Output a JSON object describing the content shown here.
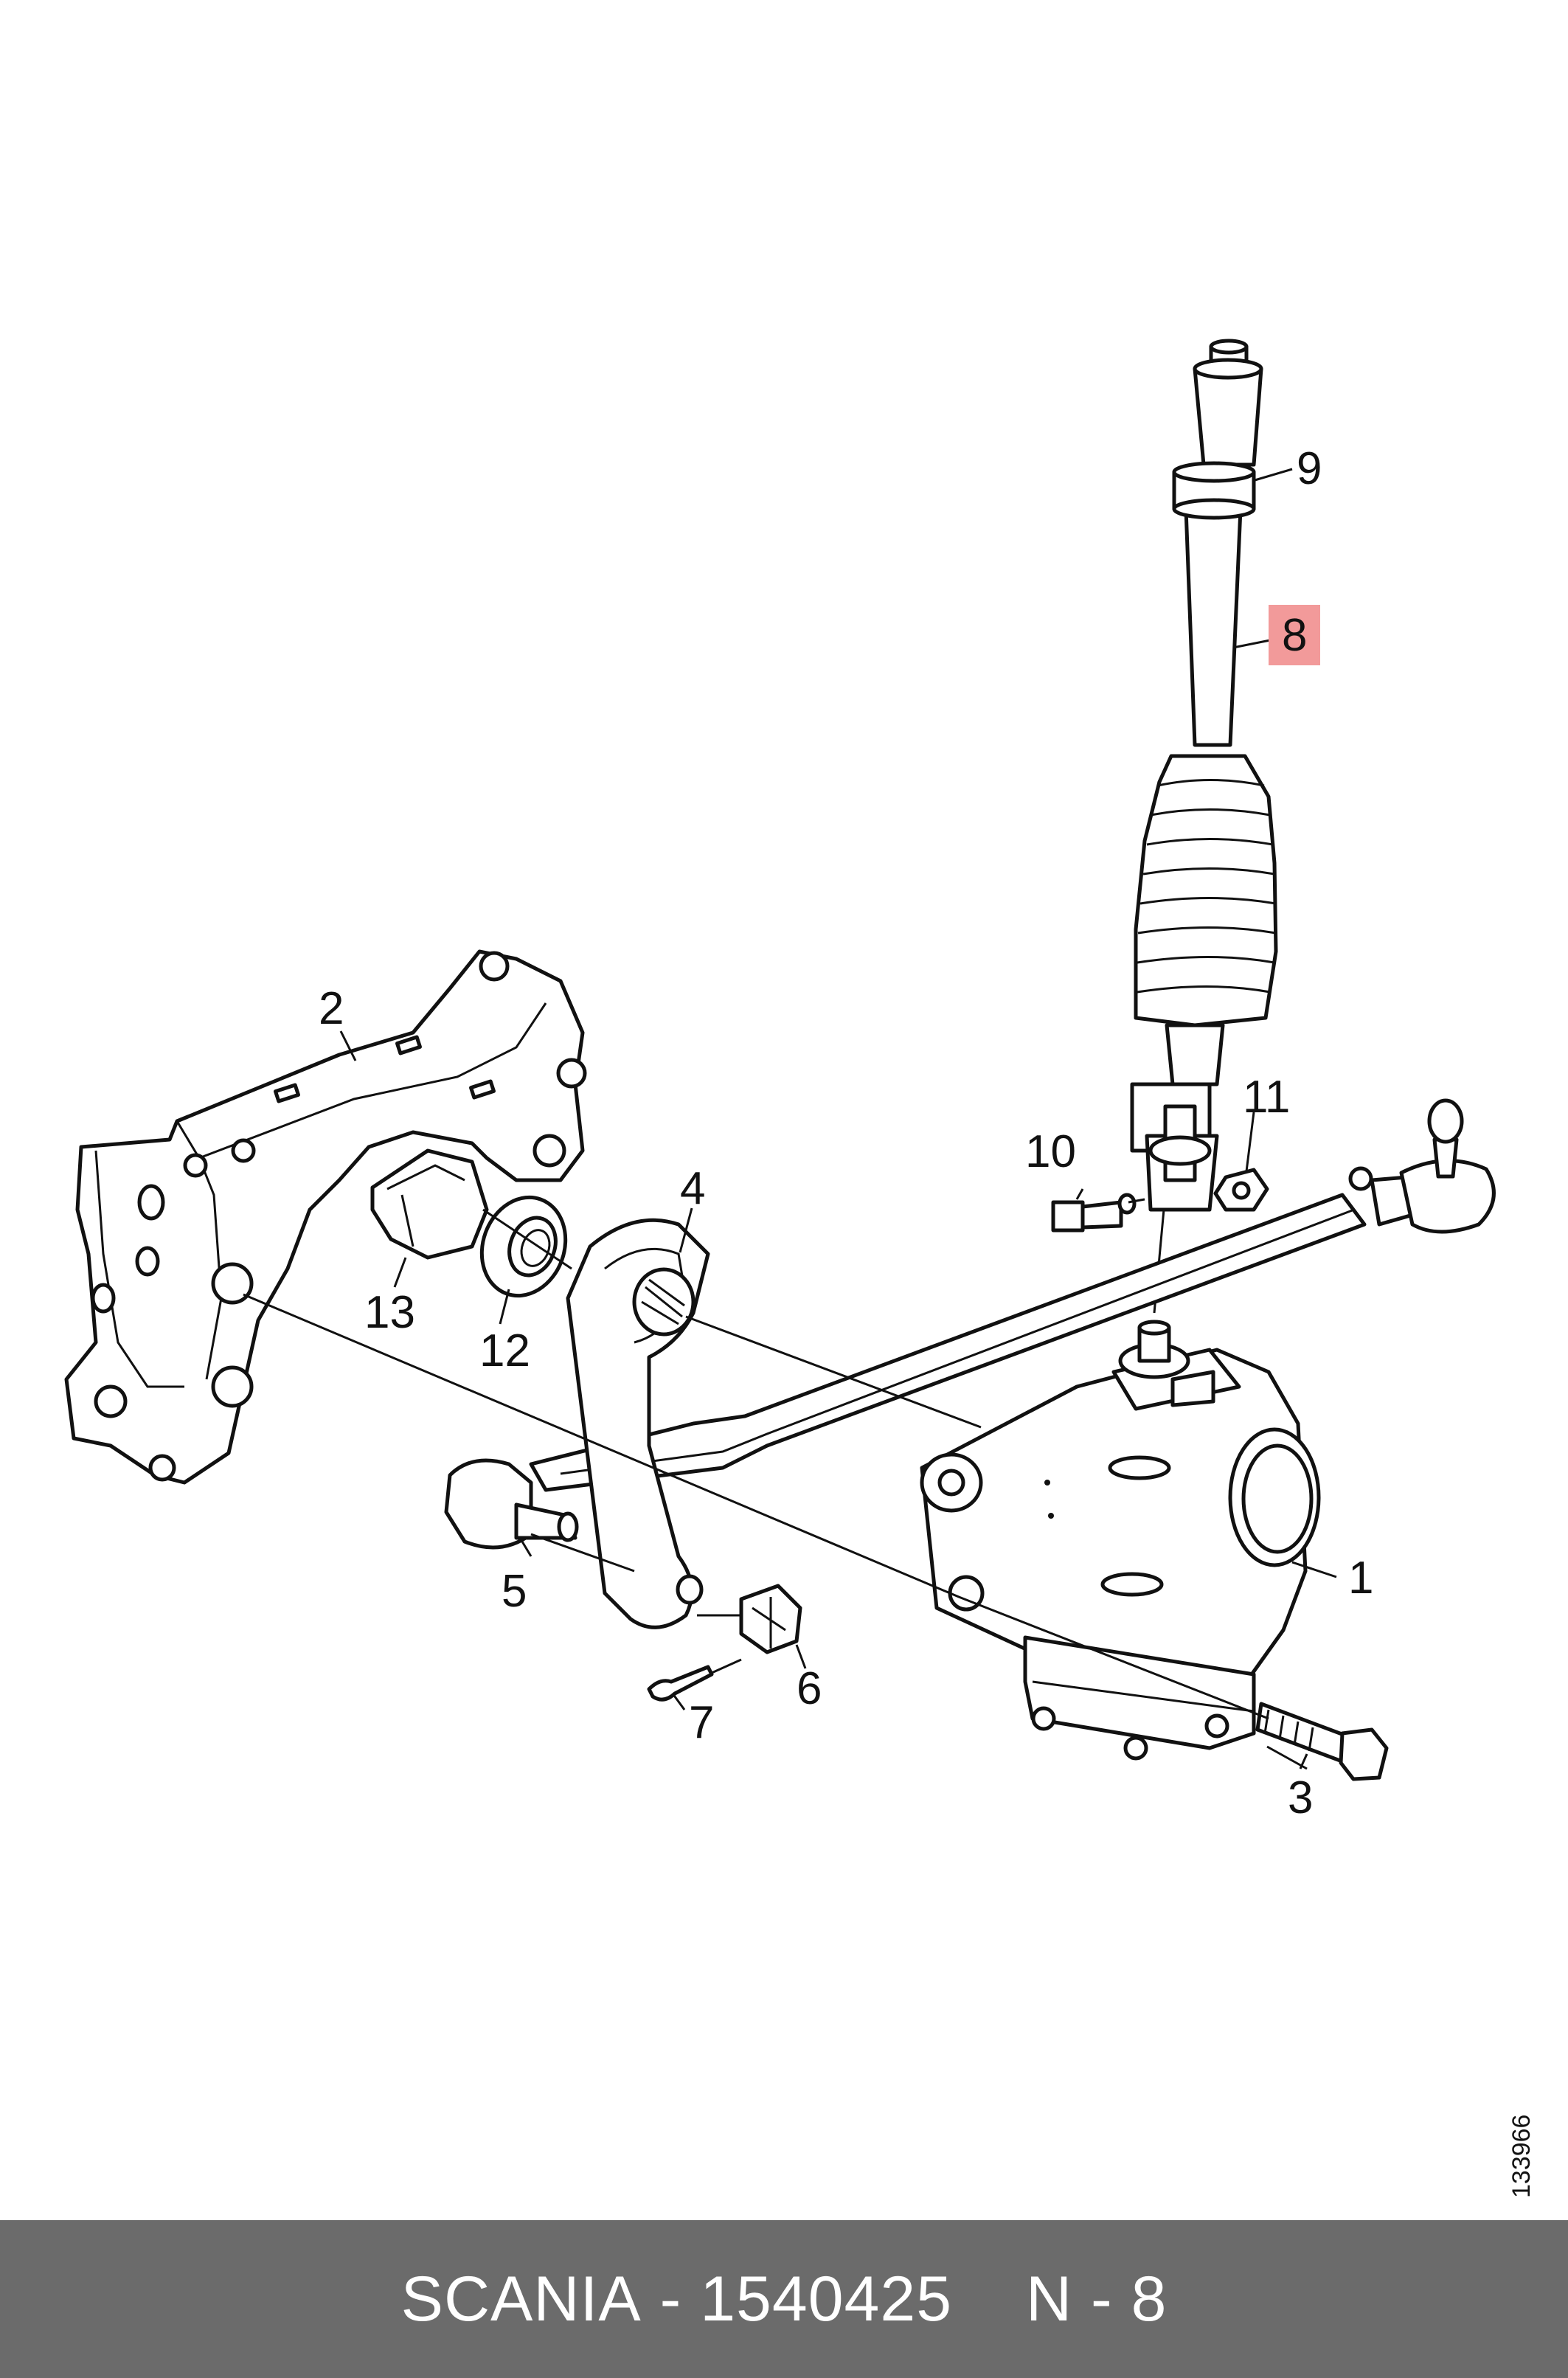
{
  "callouts": {
    "c1": "1",
    "c2": "2",
    "c3": "3",
    "c4": "4",
    "c5": "5",
    "c6": "6",
    "c7": "7",
    "c8": "8",
    "c9": "9",
    "c10": "10",
    "c11": "11",
    "c12": "12",
    "c13": "13"
  },
  "highlighted_callout": "8",
  "highlight_color": "#f29a9a",
  "reference_code": "133966",
  "footer": {
    "brand": "SCANIA",
    "separator": " - ",
    "part_number": "1540425",
    "position_label": "N - 8"
  },
  "footer_bg": "#6b6b6b"
}
